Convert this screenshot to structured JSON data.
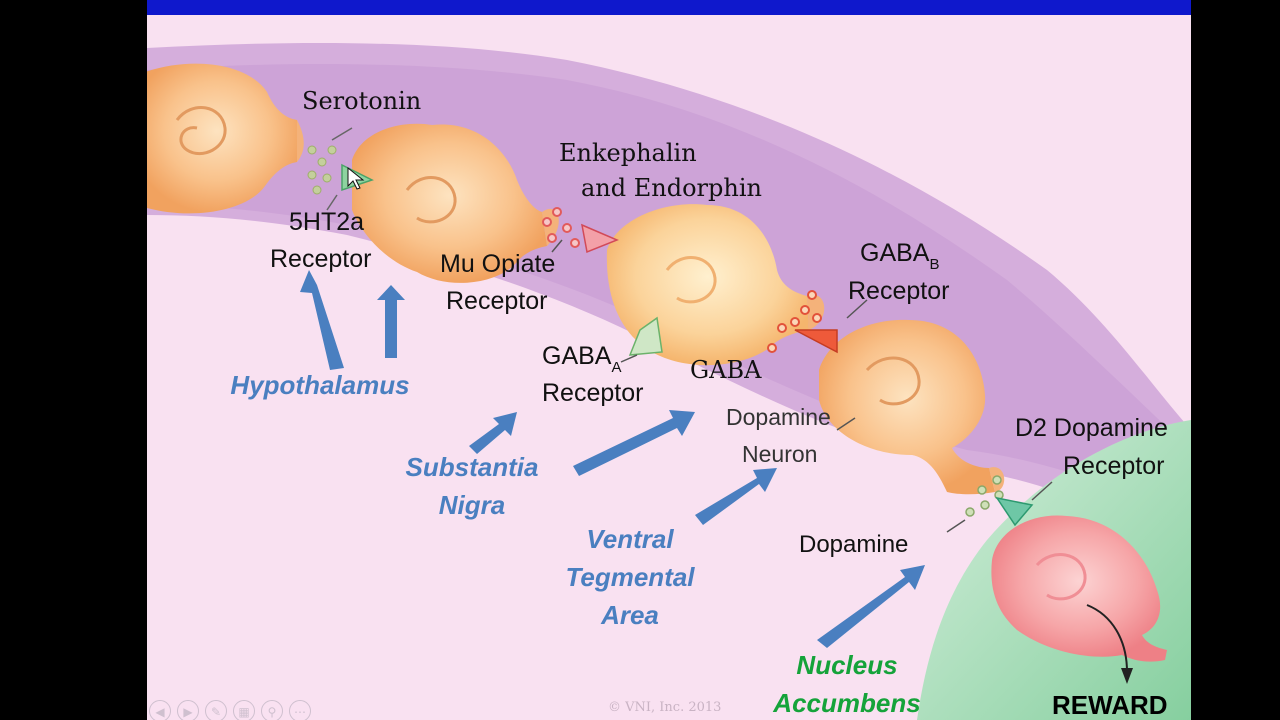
{
  "labels": {
    "serotonin": "Serotonin",
    "receptor_5ht2a_line1": "5HT2a",
    "receptor_5ht2a_line2": "Receptor",
    "enkephalin_line1": "Enkephalin",
    "enkephalin_line2": "and Endorphin",
    "mu_opiate_line1": "Mu Opiate",
    "mu_opiate_line2": "Receptor",
    "gaba_b_main": "GABA",
    "gaba_b_sub": "B",
    "gaba_b_line2": "Receptor",
    "gaba_a_main": "GABA",
    "gaba_a_sub": "A",
    "gaba_a_line2": "Receptor",
    "gaba": "GABA",
    "dopamine_neuron_line1": "Dopamine",
    "dopamine_neuron_line2": "Neuron",
    "d2_line1": "D2 Dopamine",
    "d2_line2": "Receptor",
    "dopamine": "Dopamine",
    "reward": "REWARD"
  },
  "regions": {
    "hypothalamus": "Hypothalamus",
    "substantia_line1": "Substantia",
    "substantia_line2": "Nigra",
    "vta_line1": "Ventral",
    "vta_line2": "Tegmental",
    "vta_line3": "Area",
    "nucleus_line1": "Nucleus",
    "nucleus_line2": "Accumbens"
  },
  "copyright": "© VNI, Inc. 2013",
  "colors": {
    "slide_background": "#f9e1f1",
    "pathway_band": "#c79bd2",
    "reward_zone": "#9ed9b0",
    "neuron_body": "#f8c08a",
    "region_label": "#4a7fc0",
    "nucleus_label": "#15a33a",
    "arrow": "#4a7fc0",
    "top_bar": "#0f18cc"
  },
  "icons": {
    "cursor": "cursor-arrow-icon",
    "controls": [
      "prev-icon",
      "next-icon",
      "pen-icon",
      "slides-icon",
      "zoom-icon",
      "more-icon"
    ]
  }
}
